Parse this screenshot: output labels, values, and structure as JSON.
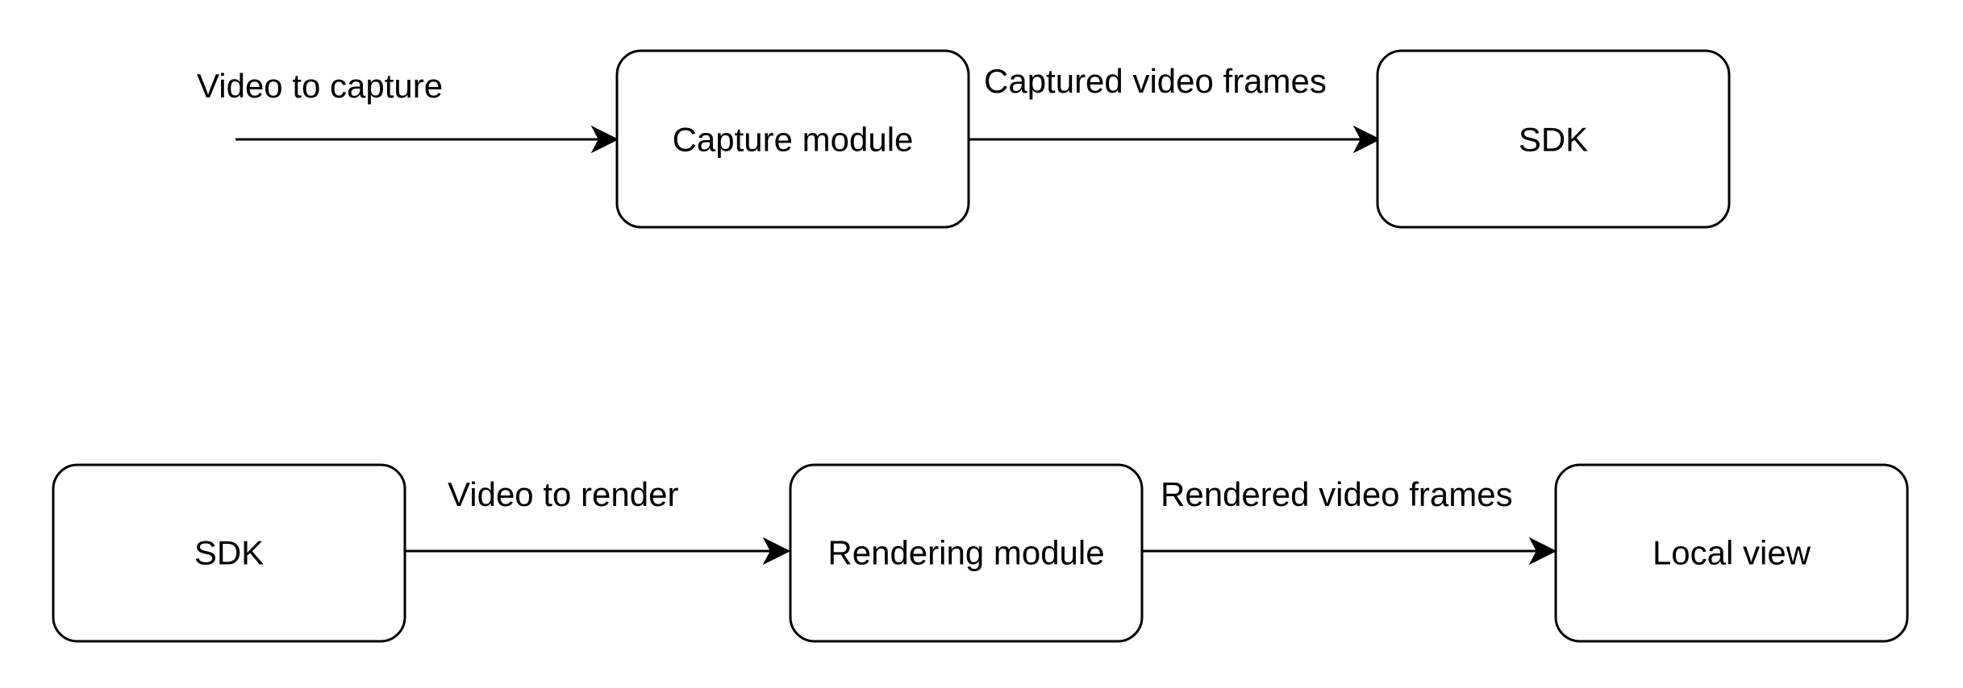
{
  "diagram": {
    "top_row": {
      "input_label": "Video to capture",
      "capture_module": "Capture module",
      "captured_frames_label": "Captured video frames",
      "sdk": "SDK"
    },
    "bottom_row": {
      "sdk": "SDK",
      "render_input_label": "Video to render",
      "rendering_module": "Rendering module",
      "rendered_frames_label": "Rendered video frames",
      "local_view": "Local view"
    }
  },
  "colors": {
    "stroke": "#000000",
    "fill": "#ffffff",
    "text": "#000000"
  }
}
